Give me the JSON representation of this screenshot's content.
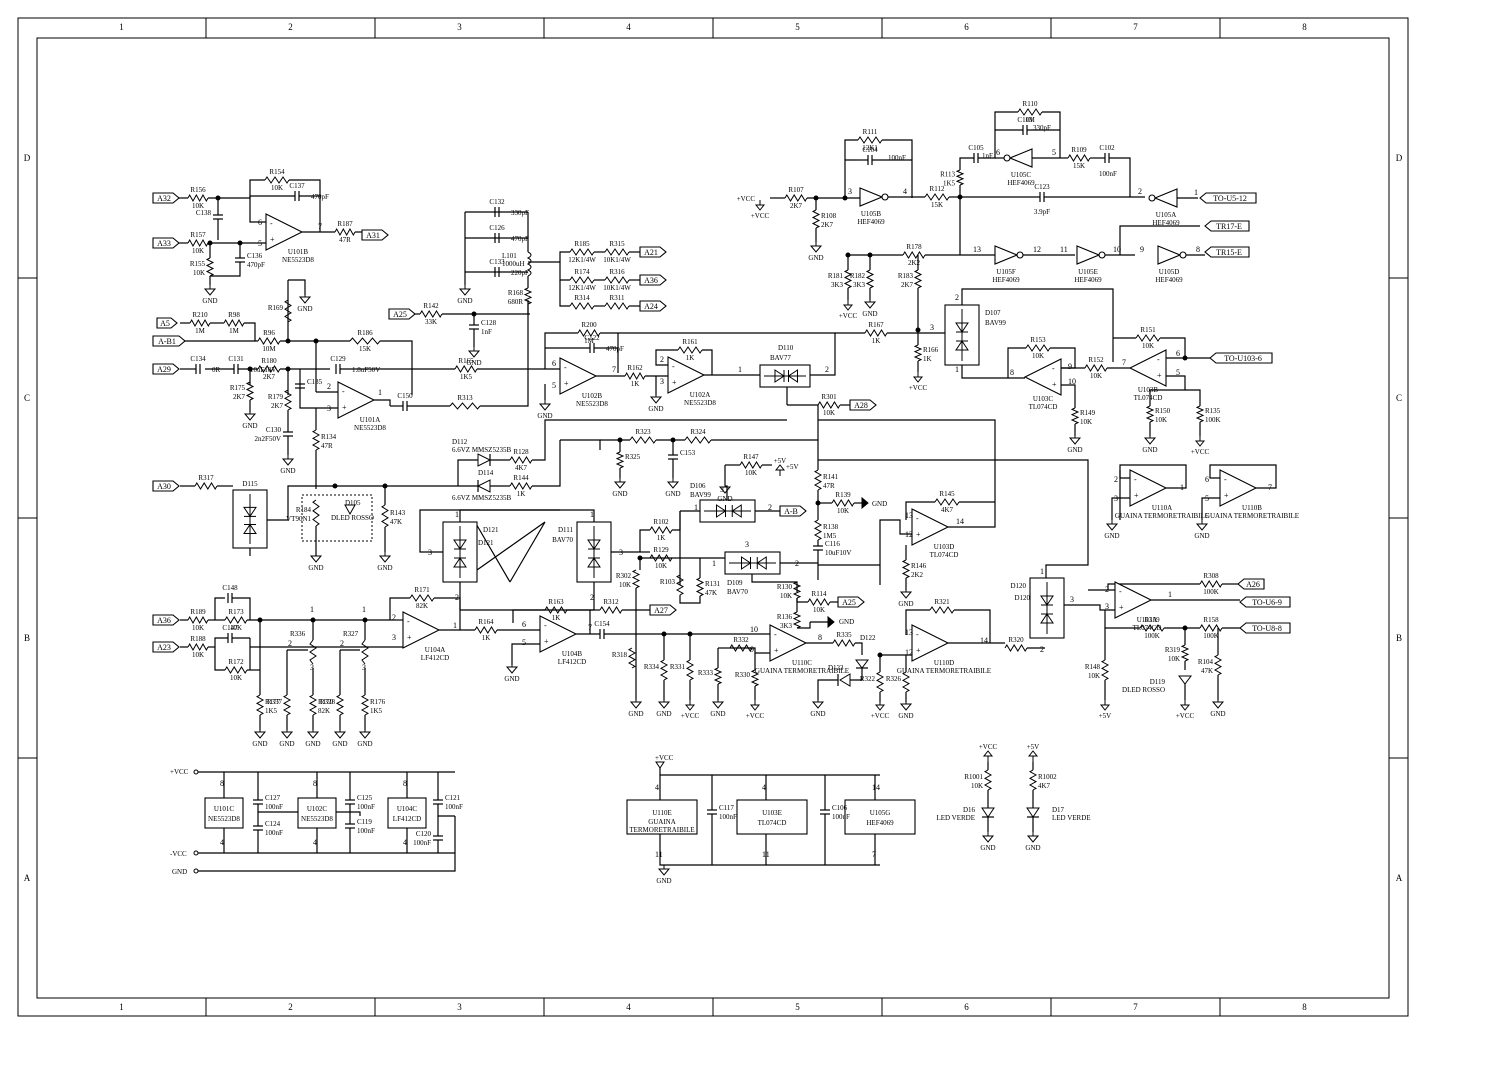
{
  "frame": {
    "columns": [
      "1",
      "2",
      "3",
      "4",
      "5",
      "6",
      "7",
      "8"
    ],
    "rows": [
      "D",
      "C",
      "B",
      "A"
    ]
  },
  "ports": [
    {
      "name": "A32"
    },
    {
      "name": "A33"
    },
    {
      "name": "A31"
    },
    {
      "name": "A5"
    },
    {
      "name": "A-B1"
    },
    {
      "name": "A29"
    },
    {
      "name": "A25"
    },
    {
      "name": "A21"
    },
    {
      "name": "A36"
    },
    {
      "name": "A24"
    },
    {
      "name": "A28"
    },
    {
      "name": "A30"
    },
    {
      "name": "A-B"
    },
    {
      "name": "A36"
    },
    {
      "name": "A23"
    },
    {
      "name": "A27"
    },
    {
      "name": "A25"
    },
    {
      "name": "A26"
    },
    {
      "name": "TO-U5-12"
    },
    {
      "name": "TR17-E"
    },
    {
      "name": "TR15-E"
    },
    {
      "name": "TO-U103-6"
    },
    {
      "name": "TO-U6-9"
    },
    {
      "name": "TO-U8-8"
    }
  ],
  "opamps": [
    {
      "ref": "U101B",
      "part": "NE5523D8"
    },
    {
      "ref": "U101A",
      "part": "NE5523D8"
    },
    {
      "ref": "U102B",
      "part": "NE5523D8"
    },
    {
      "ref": "U102A",
      "part": "NE5523D8"
    },
    {
      "ref": "U103D",
      "part": "TL074CD"
    },
    {
      "ref": "U103C",
      "part": "TL074CD"
    },
    {
      "ref": "U103B",
      "part": "TL074CD"
    },
    {
      "ref": "U103A",
      "part": "TL074CD"
    },
    {
      "ref": "U104A",
      "part": "LF412CD"
    },
    {
      "ref": "U104B",
      "part": "LF412CD"
    },
    {
      "ref": "U110C",
      "part": "GUAINA TERMORETRAIBILE"
    },
    {
      "ref": "U110D",
      "part": "GUAINA TERMORETRAIBILE"
    },
    {
      "ref": "U110A",
      "part": "GUAINA TERMORETRAIBILE"
    },
    {
      "ref": "U110B",
      "part": "GUAINA TERMORETRAIBILE"
    }
  ],
  "inverters": [
    {
      "ref": "U105B",
      "part": "HEF4069"
    },
    {
      "ref": "U105C",
      "part": "HEF4069"
    },
    {
      "ref": "U105A",
      "part": "HEF4069"
    },
    {
      "ref": "U105F",
      "part": "HEF4069"
    },
    {
      "ref": "U105E",
      "part": "HEF4069"
    },
    {
      "ref": "U105D",
      "part": "HEF4069"
    }
  ],
  "diode_packs": [
    {
      "ref": "D107",
      "part": "BAV99"
    },
    {
      "ref": "D110",
      "part": "BAV77"
    },
    {
      "ref": "D106",
      "part": "BAV99"
    },
    {
      "ref": "D109",
      "part": "BAV70"
    },
    {
      "ref": "D111",
      "part": "BAV70"
    },
    {
      "ref": "D121",
      "part": ""
    },
    {
      "ref": "D115",
      "part": ""
    },
    {
      "ref": "D120",
      "part": ""
    }
  ],
  "resistors": [
    {
      "ref": "R156",
      "value": "10K"
    },
    {
      "ref": "R157",
      "value": "10K"
    },
    {
      "ref": "R155",
      "value": "10K"
    },
    {
      "ref": "R154",
      "value": "10K"
    },
    {
      "ref": "R187",
      "value": "47R"
    },
    {
      "ref": "R169",
      "value": ""
    },
    {
      "ref": "R210",
      "value": "1M"
    },
    {
      "ref": "R98",
      "value": "1M"
    },
    {
      "ref": "R96",
      "value": "10M"
    },
    {
      "ref": "R186",
      "value": "15K"
    },
    {
      "ref": "R180",
      "value": "2K7"
    },
    {
      "ref": "R175",
      "value": "2K7"
    },
    {
      "ref": "R179",
      "value": "2K7"
    },
    {
      "ref": "R134",
      "value": "47R"
    },
    {
      "ref": "R142",
      "value": "33K"
    },
    {
      "ref": "R165",
      "value": "1K5"
    },
    {
      "ref": "R313",
      "value": ""
    },
    {
      "ref": "R185",
      "value": "12K1/4W"
    },
    {
      "ref": "R315",
      "value": "10K1/4W"
    },
    {
      "ref": "R174",
      "value": "12K1/4W"
    },
    {
      "ref": "R316",
      "value": "10K1/4W"
    },
    {
      "ref": "R314",
      "value": ""
    },
    {
      "ref": "R311",
      "value": ""
    },
    {
      "ref": "R168",
      "value": "680R"
    },
    {
      "ref": "R200",
      "value": "1M"
    },
    {
      "ref": "R162",
      "value": "1K"
    },
    {
      "ref": "R161",
      "value": "1K"
    },
    {
      "ref": "R107",
      "value": "2K7"
    },
    {
      "ref": "R108",
      "value": "2K7"
    },
    {
      "ref": "R111",
      "value": "12K1"
    },
    {
      "ref": "R112",
      "value": "15K"
    },
    {
      "ref": "R113",
      "value": "1K5"
    },
    {
      "ref": "R110",
      "value": "1M"
    },
    {
      "ref": "R109",
      "value": "15K"
    },
    {
      "ref": "R178",
      "value": "2K2"
    },
    {
      "ref": "R181",
      "value": "3K3"
    },
    {
      "ref": "R182",
      "value": "3K3"
    },
    {
      "ref": "R183",
      "value": "2K7"
    },
    {
      "ref": "R167",
      "value": "1K"
    },
    {
      "ref": "R166",
      "value": "1K"
    },
    {
      "ref": "R153",
      "value": "10K"
    },
    {
      "ref": "R152",
      "value": "10K"
    },
    {
      "ref": "R151",
      "value": "10K"
    },
    {
      "ref": "R149",
      "value": "10K"
    },
    {
      "ref": "R150",
      "value": "10K"
    },
    {
      "ref": "R135",
      "value": "100K"
    },
    {
      "ref": "R301",
      "value": "10K"
    },
    {
      "ref": "R317",
      "value": ""
    },
    {
      "ref": "R184",
      "value": "VT90N1"
    },
    {
      "ref": "R143",
      "value": "47K"
    },
    {
      "ref": "R128",
      "value": "4K7"
    },
    {
      "ref": "R144",
      "value": "1K"
    },
    {
      "ref": "R323",
      "value": ""
    },
    {
      "ref": "R324",
      "value": ""
    },
    {
      "ref": "R325",
      "value": ""
    },
    {
      "ref": "R147",
      "value": "10K"
    },
    {
      "ref": "R141",
      "value": "47R"
    },
    {
      "ref": "R139",
      "value": "10K"
    },
    {
      "ref": "R138",
      "value": "1M5"
    },
    {
      "ref": "R145",
      "value": "4K7"
    },
    {
      "ref": "R146",
      "value": "2K2"
    },
    {
      "ref": "R102",
      "value": "1K"
    },
    {
      "ref": "R129",
      "value": "10K"
    },
    {
      "ref": "R302",
      "value": "10K"
    },
    {
      "ref": "R103",
      "value": ""
    },
    {
      "ref": "R131",
      "value": "47K"
    },
    {
      "ref": "R130",
      "value": "10K"
    },
    {
      "ref": "R114",
      "value": "10K"
    },
    {
      "ref": "R136",
      "value": "3K3"
    },
    {
      "ref": "R171",
      "value": "82K"
    },
    {
      "ref": "R189",
      "value": "10K"
    },
    {
      "ref": "R173",
      "value": "10K"
    },
    {
      "ref": "R188",
      "value": "10K"
    },
    {
      "ref": "R172",
      "value": "10K"
    },
    {
      "ref": "R336",
      "value": ""
    },
    {
      "ref": "R327",
      "value": ""
    },
    {
      "ref": "R177",
      "value": "1K5"
    },
    {
      "ref": "R337",
      "value": ""
    },
    {
      "ref": "R170",
      "value": "82K"
    },
    {
      "ref": "R328",
      "value": ""
    },
    {
      "ref": "R176",
      "value": "1K5"
    },
    {
      "ref": "R164",
      "value": "1K"
    },
    {
      "ref": "R163",
      "value": "1K"
    },
    {
      "ref": "R312",
      "value": ""
    },
    {
      "ref": "R318",
      "value": ""
    },
    {
      "ref": "R334",
      "value": ""
    },
    {
      "ref": "R331",
      "value": ""
    },
    {
      "ref": "R332",
      "value": ""
    },
    {
      "ref": "R333",
      "value": ""
    },
    {
      "ref": "R330",
      "value": ""
    },
    {
      "ref": "R335",
      "value": ""
    },
    {
      "ref": "R322",
      "value": ""
    },
    {
      "ref": "R326",
      "value": ""
    },
    {
      "ref": "R321",
      "value": ""
    },
    {
      "ref": "R320",
      "value": ""
    },
    {
      "ref": "R148",
      "value": "10K"
    },
    {
      "ref": "R159",
      "value": "100K"
    },
    {
      "ref": "R308",
      "value": "100K"
    },
    {
      "ref": "R158",
      "value": "100K"
    },
    {
      "ref": "R319",
      "value": "10K"
    },
    {
      "ref": "R104",
      "value": "47K"
    },
    {
      "ref": "R1001",
      "value": "10K"
    },
    {
      "ref": "R1002",
      "value": "4K7"
    }
  ],
  "capacitors": [
    {
      "ref": "C137",
      "value": "470pF"
    },
    {
      "ref": "C138",
      "value": ""
    },
    {
      "ref": "C136",
      "value": "470pF"
    },
    {
      "ref": "C134",
      "value": "0R"
    },
    {
      "ref": "C131",
      "value": "10uF10V"
    },
    {
      "ref": "C129",
      "value": "1.8uF50V"
    },
    {
      "ref": "C135",
      "value": ""
    },
    {
      "ref": "C150",
      "value": ""
    },
    {
      "ref": "C130",
      "value": "2n2F50V"
    },
    {
      "ref": "C132",
      "value": "330pF"
    },
    {
      "ref": "C126",
      "value": "470pF"
    },
    {
      "ref": "C133",
      "value": "220pF"
    },
    {
      "ref": "C128",
      "value": "1nF"
    },
    {
      "ref": "C122",
      "value": "470pF"
    },
    {
      "ref": "C104",
      "value": "100nF"
    },
    {
      "ref": "C105",
      "value": "1nF"
    },
    {
      "ref": "C103",
      "value": "330pF"
    },
    {
      "ref": "C102",
      "value": "100nF"
    },
    {
      "ref": "C123",
      "value": "3.9pF"
    },
    {
      "ref": "C153",
      "value": ""
    },
    {
      "ref": "C116",
      "value": "10uF10V"
    },
    {
      "ref": "C148",
      "value": ""
    },
    {
      "ref": "C147",
      "value": ""
    },
    {
      "ref": "C154",
      "value": ""
    },
    {
      "ref": "C127",
      "value": "100nF"
    },
    {
      "ref": "C124",
      "value": "100nF"
    },
    {
      "ref": "C125",
      "value": "100nF"
    },
    {
      "ref": "C119",
      "value": "100nF"
    },
    {
      "ref": "C121",
      "value": "100nF"
    },
    {
      "ref": "C120",
      "value": "100nF"
    },
    {
      "ref": "C117",
      "value": "100nF"
    },
    {
      "ref": "C106",
      "value": "100nF"
    }
  ],
  "misc": {
    "inductor": {
      "ref": "L101",
      "value": "1000uH"
    },
    "zener_top": {
      "ref": "D112",
      "value": "6.6VZ MMSZ5235B"
    },
    "zener_bot": {
      "ref": "D114",
      "value": "6.6VZ MMSZ5235B"
    },
    "led_d105": {
      "ref": "D105",
      "value": "DLED ROSSO"
    },
    "led_d119": {
      "ref": "D119",
      "value": "DLED ROSSO"
    },
    "d122": "D122",
    "d123": "D123",
    "led_d16": {
      "ref": "D16",
      "value": "LED VERDE"
    },
    "led_d17": {
      "ref": "D17",
      "value": "LED VERDE"
    }
  },
  "power": {
    "vcc": "+VCC",
    "nvcc": "-VCC",
    "gnd": "GND",
    "p5v": "+5V"
  },
  "power_block": [
    {
      "ref": "U101C",
      "part": "NE5523D8"
    },
    {
      "ref": "U102C",
      "part": "NE5523D8"
    },
    {
      "ref": "U104C",
      "part": "LF412CD"
    },
    {
      "ref": "U110E",
      "part": "GUAINA TERMORETRAIBILE"
    },
    {
      "ref": "U103E",
      "part": "TL074CD"
    },
    {
      "ref": "U105G",
      "part": "HEF4069"
    }
  ],
  "colors": {
    "ink": "#000000",
    "paper": "#ffffff"
  }
}
